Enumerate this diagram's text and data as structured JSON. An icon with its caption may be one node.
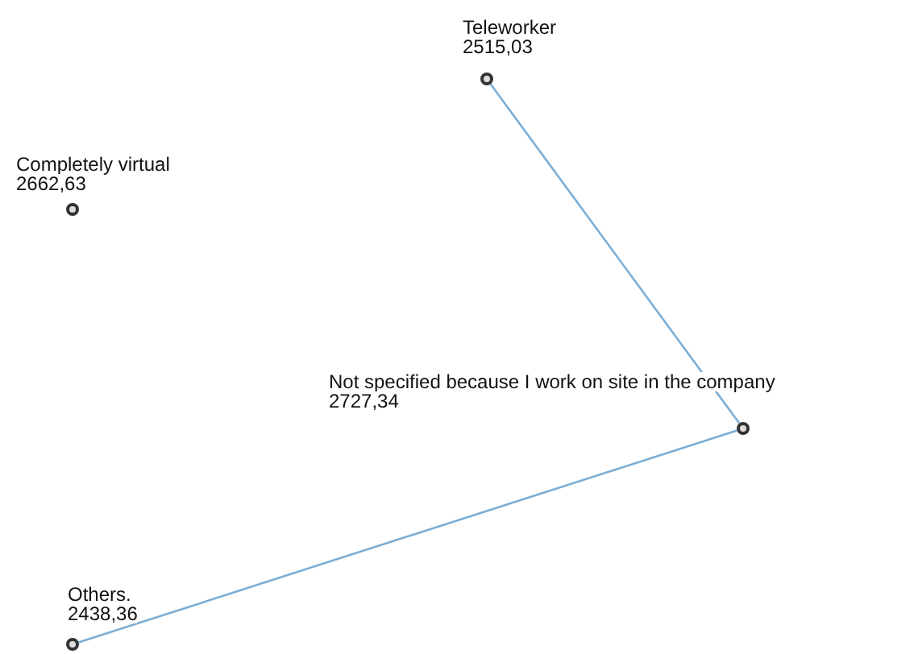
{
  "diagram": {
    "nodes": [
      {
        "text": [],
        "shape": "circle",
        "beside": [
          "Teleworker",
          "2515,03"
        ]
      },
      {
        "text": [],
        "shape": "circle",
        "beside": [
          "Completely virtual",
          "2662,63"
        ]
      },
      {
        "text": [],
        "shape": "circle",
        "beside": [
          "Not specified because I work on site in the company",
          "2727,34"
        ]
      },
      {
        "text": [],
        "shape": "circle",
        "beside": [
          "Others.",
          "2438,36"
        ]
      }
    ],
    "edges": [
      {
        "from": 0,
        "to": 2,
        "arrow": "none"
      },
      {
        "from": 3,
        "to": 2,
        "arrow": "none"
      }
    ]
  }
}
